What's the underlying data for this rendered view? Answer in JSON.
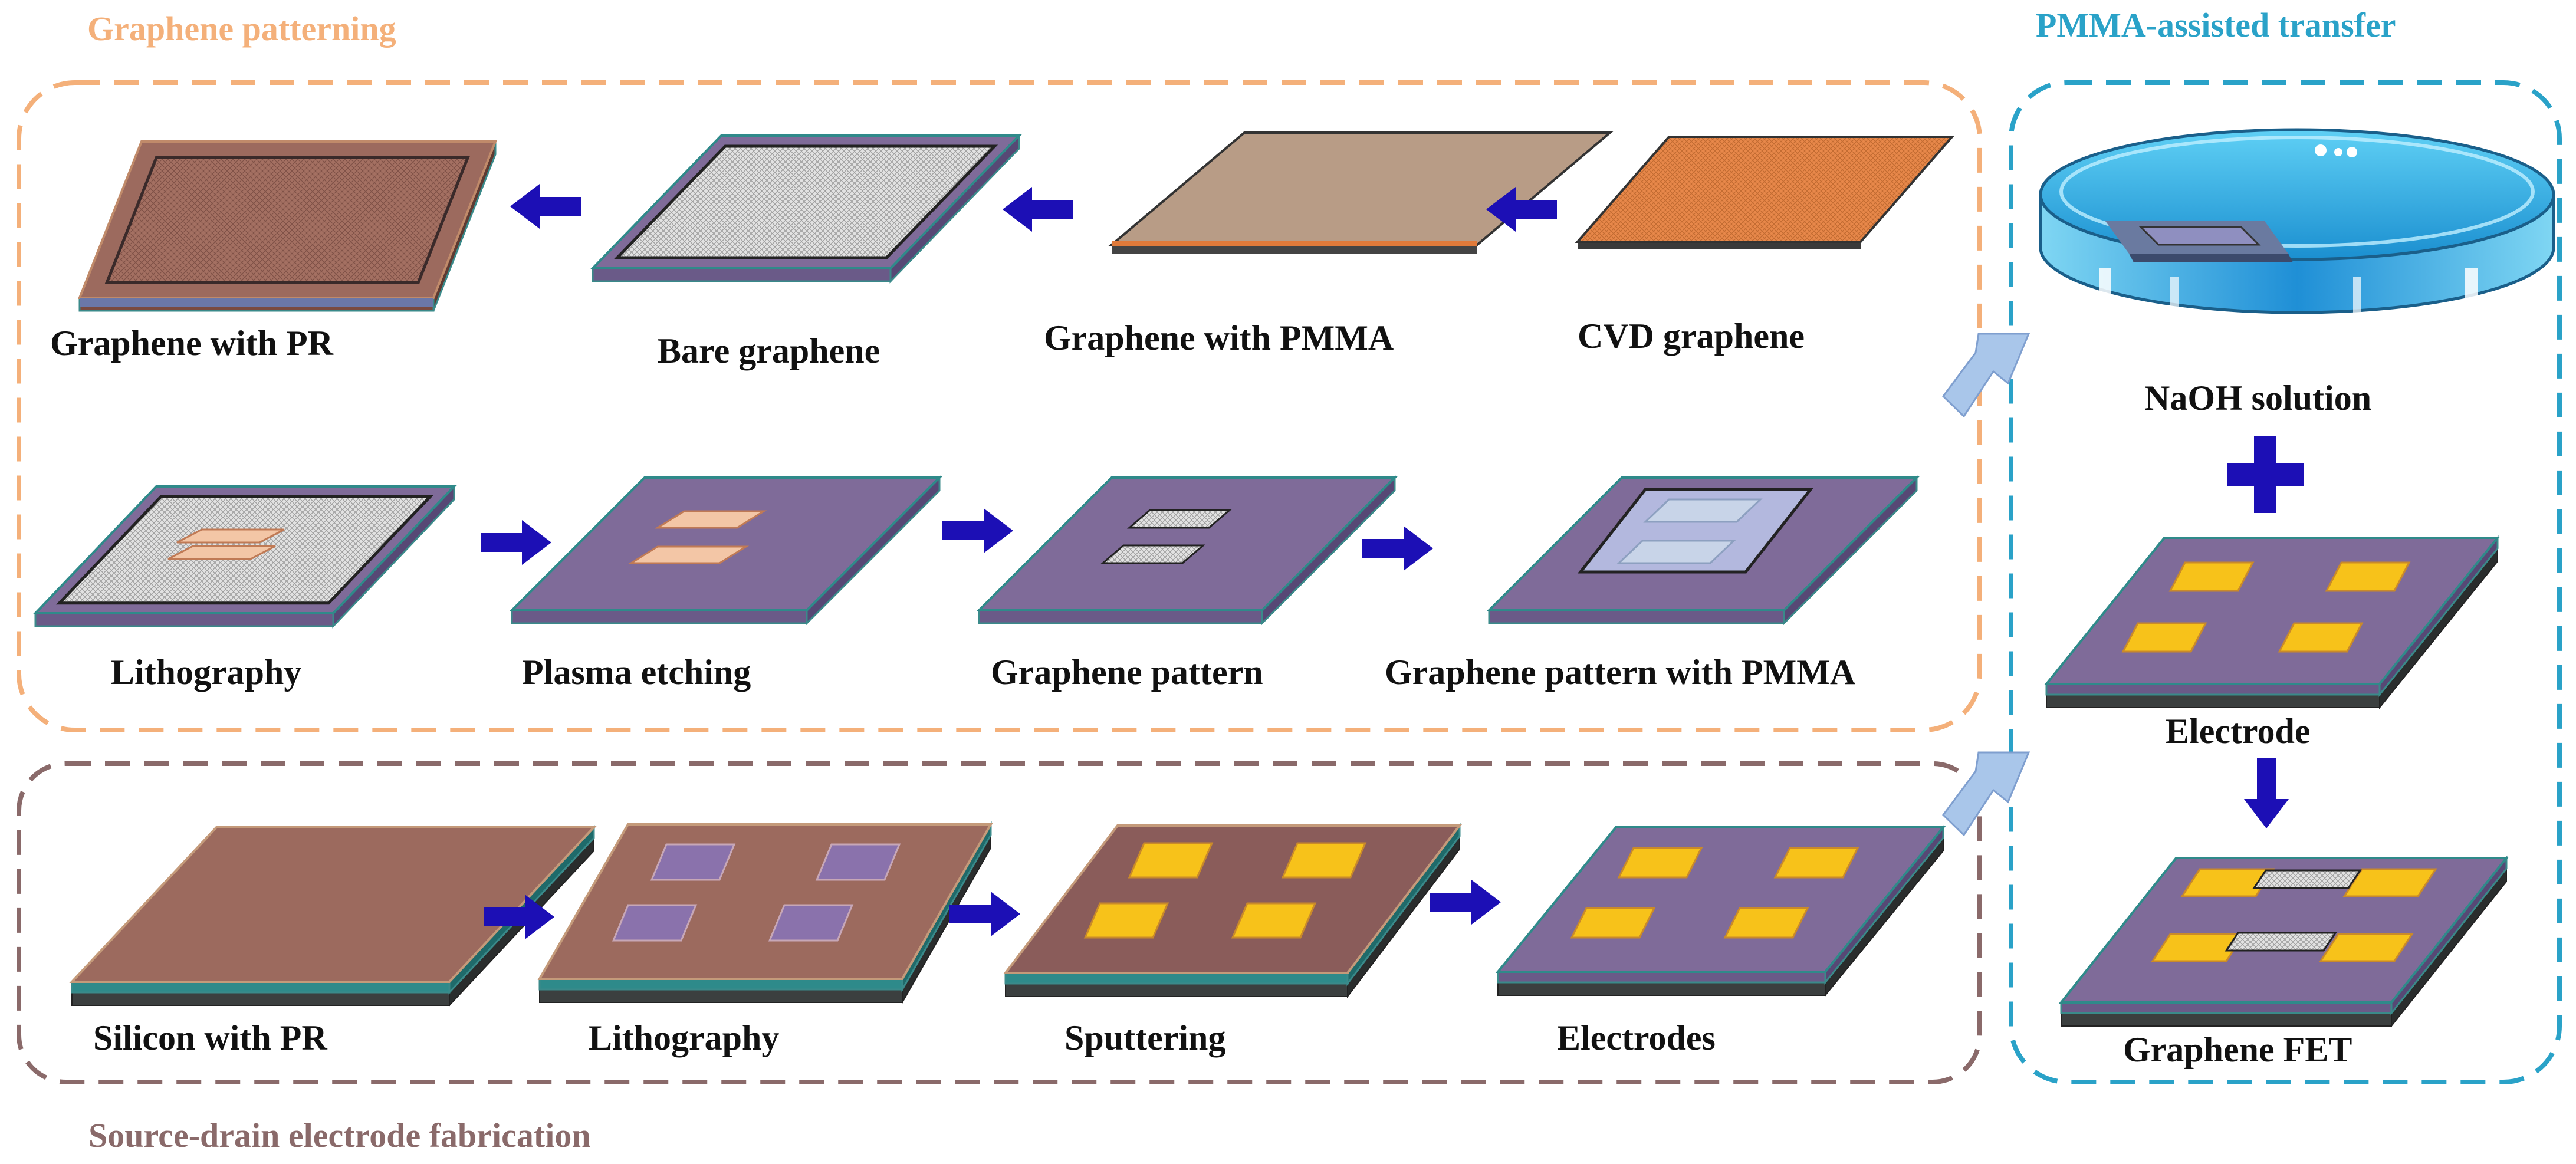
{
  "sections": {
    "graphene_patterning": "Graphene patterning",
    "pmma_transfer": "PMMA-assisted transfer",
    "electrode_fabrication": "Source-drain electrode fabrication"
  },
  "row1": [
    "Graphene with PR",
    "Bare graphene",
    "Graphene with PMMA",
    "CVD graphene"
  ],
  "row2": [
    "Lithography",
    "Plasma etching",
    "Graphene pattern",
    "Graphene pattern with PMMA"
  ],
  "row3": [
    "Silicon with PR",
    "Lithography",
    "Sputtering",
    "Electrodes"
  ],
  "transfer": [
    "NaOH solution",
    "Electrode",
    "Graphene FET"
  ],
  "colors": {
    "patterning": "#f4b07a",
    "transfer": "#2aa2c8",
    "fabrication": "#8a6a6a",
    "substrate": "#7f6b99",
    "photoresist": "#9c6a5e",
    "electrode": "#f7c21a",
    "arrow": "#1c0fb5",
    "transfer_arrow": "#a9c6ea"
  }
}
